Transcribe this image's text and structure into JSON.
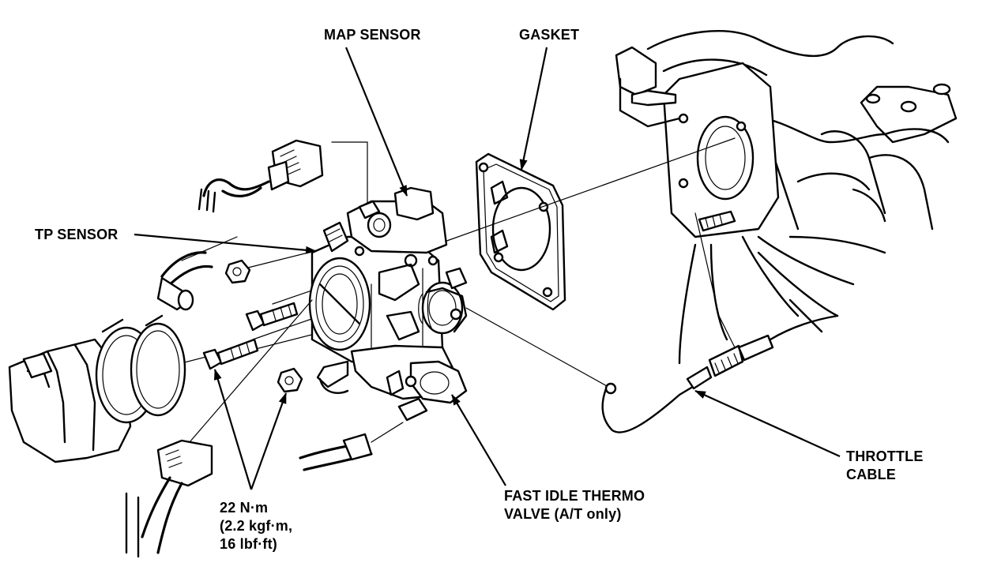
{
  "labels": {
    "map_sensor": "MAP SENSOR",
    "gasket": "GASKET",
    "tp_sensor": "TP SENSOR",
    "torque_line1": "22 N·m",
    "torque_line2": "(2.2 kgf·m,",
    "torque_line3": "16 lbf·ft)",
    "fast_idle_line1": "FAST IDLE THERMO",
    "fast_idle_line2": "VALVE (A/T only)",
    "throttle_line1": "THROTTLE",
    "throttle_line2": "CABLE"
  },
  "colors": {
    "ink": "#000000",
    "paper": "#ffffff"
  }
}
